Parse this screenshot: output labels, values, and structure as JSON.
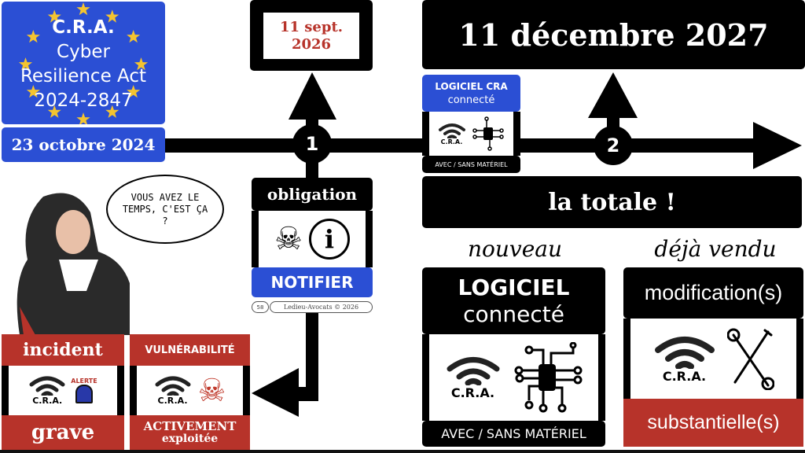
{
  "colors": {
    "eu_blue": "#2b4fd4",
    "alert_red": "#b7332a",
    "black": "#000000"
  },
  "eu_box": {
    "line1": "C.R.A.",
    "line2": "Cyber",
    "line3": "Resilience Act",
    "line4": "2024-2847",
    "date": "23 octobre 2024"
  },
  "milestone1": {
    "date_line1": "11 sept.",
    "date_line2": "2026",
    "number": "1"
  },
  "milestone2": {
    "date": "11 décembre 2027",
    "number": "2"
  },
  "obligation": {
    "title": "obligation",
    "action": "NOTIFIER",
    "icons": [
      "pirate-skull-icon",
      "info-icon"
    ]
  },
  "footer": {
    "page": "58",
    "credit": "Ledieu-Avocats © 2026"
  },
  "speech": {
    "text": "VOUS AVEZ LE TEMPS, C'EST ÇA ?"
  },
  "incident": {
    "title": "incident",
    "badge": "C.R.A.",
    "bottom": "grave",
    "icon": "alarm-siren-icon",
    "siren_label": "ALERTE"
  },
  "vulnerability": {
    "title": "VULNÉRABILITÉ",
    "badge": "C.R.A.",
    "bottom1": "ACTIVEMENT",
    "bottom2": "exploitée",
    "icon": "skull-crossbones-icon"
  },
  "logiciel_small": {
    "title": "LOGICIEL CRA",
    "subtitle": "connecté",
    "badge": "C.R.A.",
    "bottom": "AVEC / SANS MATÉRIEL"
  },
  "totale": {
    "text": "la totale !"
  },
  "nouveau": {
    "label": "nouveau",
    "title": "LOGICIEL",
    "subtitle": "connecté",
    "badge": "C.R.A.",
    "bottom": "AVEC / SANS MATÉRIEL"
  },
  "deja_vendu": {
    "label": "déjà vendu",
    "title": "modification(s)",
    "badge": "C.R.A.",
    "bottom": "substantielle(s)"
  }
}
